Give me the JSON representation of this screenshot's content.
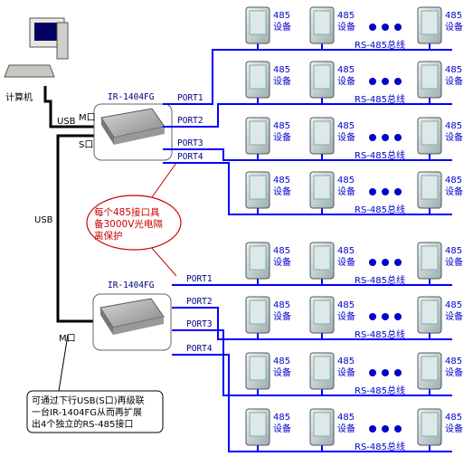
{
  "computer": {
    "label": "计算机"
  },
  "links": {
    "usb_top": "USB",
    "usb_side": "USB"
  },
  "hubs": [
    {
      "model": "IR-1404FG",
      "m_port": "M口",
      "s_port": "S口",
      "ports": [
        "PORT1",
        "PORT2",
        "PORT3",
        "PORT4"
      ]
    },
    {
      "model": "IR-1404FG",
      "m_port": "M口",
      "ports": [
        "PORT1",
        "PORT2",
        "PORT3",
        "PORT4"
      ]
    }
  ],
  "device": {
    "line1": "485",
    "line2": "设备",
    "bus_label": "RS-485总线"
  },
  "callout_isolation": {
    "lines": [
      "每个485接口具",
      "备3000V光电隔",
      "离保护"
    ]
  },
  "callout_cascade": {
    "lines": [
      "可通过下行USB(S口)再级联",
      "一台IR-1404FG从而再扩展",
      "出4个独立的RS-485接口"
    ]
  },
  "colors": {
    "bus": "#0000ff",
    "usb": "#000000",
    "callout": "#cc0000"
  }
}
